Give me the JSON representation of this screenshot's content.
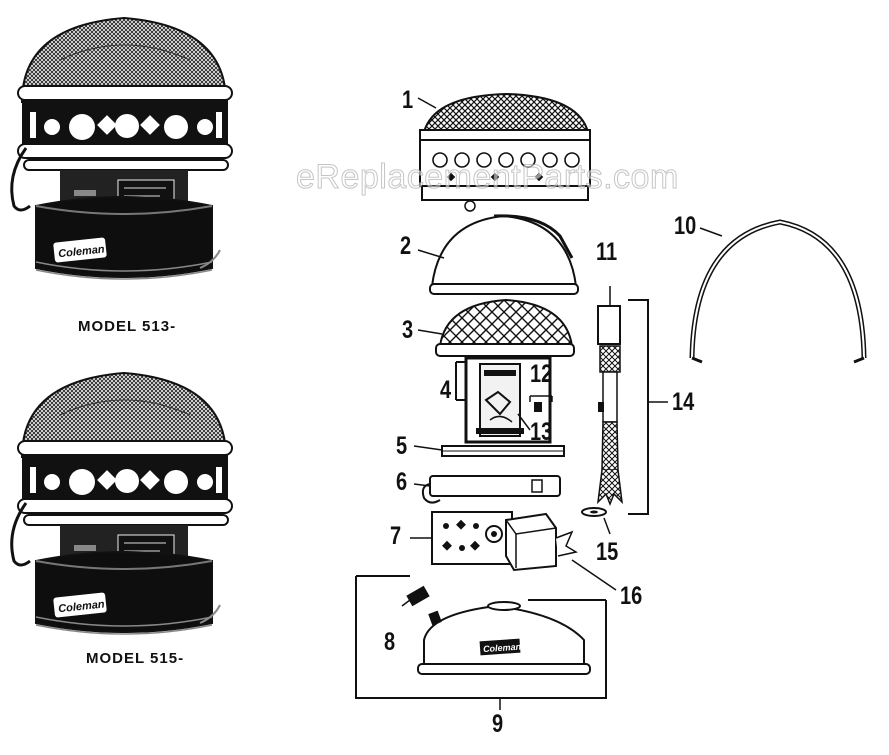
{
  "models": [
    {
      "label": "MODEL 513-"
    },
    {
      "label": "MODEL 515-"
    }
  ],
  "watermark": "eReplacementParts.com",
  "brand": "Coleman",
  "callouts": [
    "1",
    "2",
    "3",
    "4",
    "5",
    "6",
    "7",
    "8",
    "9",
    "10",
    "11",
    "12",
    "13",
    "14",
    "15",
    "16"
  ],
  "colors": {
    "ink": "#111111",
    "paper": "#ffffff"
  }
}
